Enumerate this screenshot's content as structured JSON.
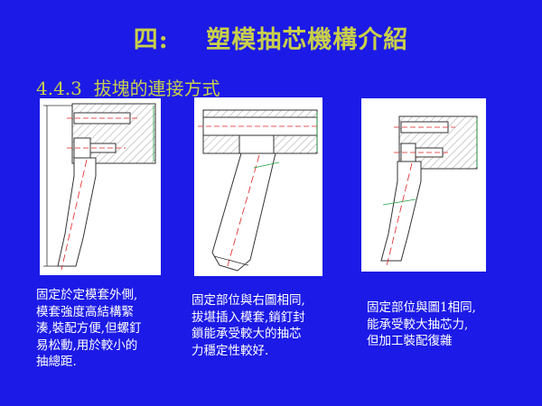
{
  "slide": {
    "title": "四:    塑模抽芯機構介紹",
    "subtitle": "4.4.3  拔塊的連接方式"
  },
  "figures": [
    {
      "caption_lines": [
        "固定於定模套外側,",
        "模套強度高結構緊",
        "湊,裝配方便,但螺釘",
        "易松動,用於較小的",
        "抽總距."
      ]
    },
    {
      "caption_lines": [
        "固定部位與右圖相同,",
        "拔堪插入模套,銷釘封",
        "鎖能承受較大的抽芯",
        "力穩定性較好."
      ]
    },
    {
      "caption_lines": [
        "固定部位與圖1相同,",
        "能承受較大抽芯力,",
        "但加工裝配復雜"
      ]
    }
  ],
  "colors": {
    "background": "#1c1ae6",
    "title": "#c9cf4a",
    "caption": "#ffffff",
    "centerline": "#e02020",
    "dimension": "#20a040"
  }
}
